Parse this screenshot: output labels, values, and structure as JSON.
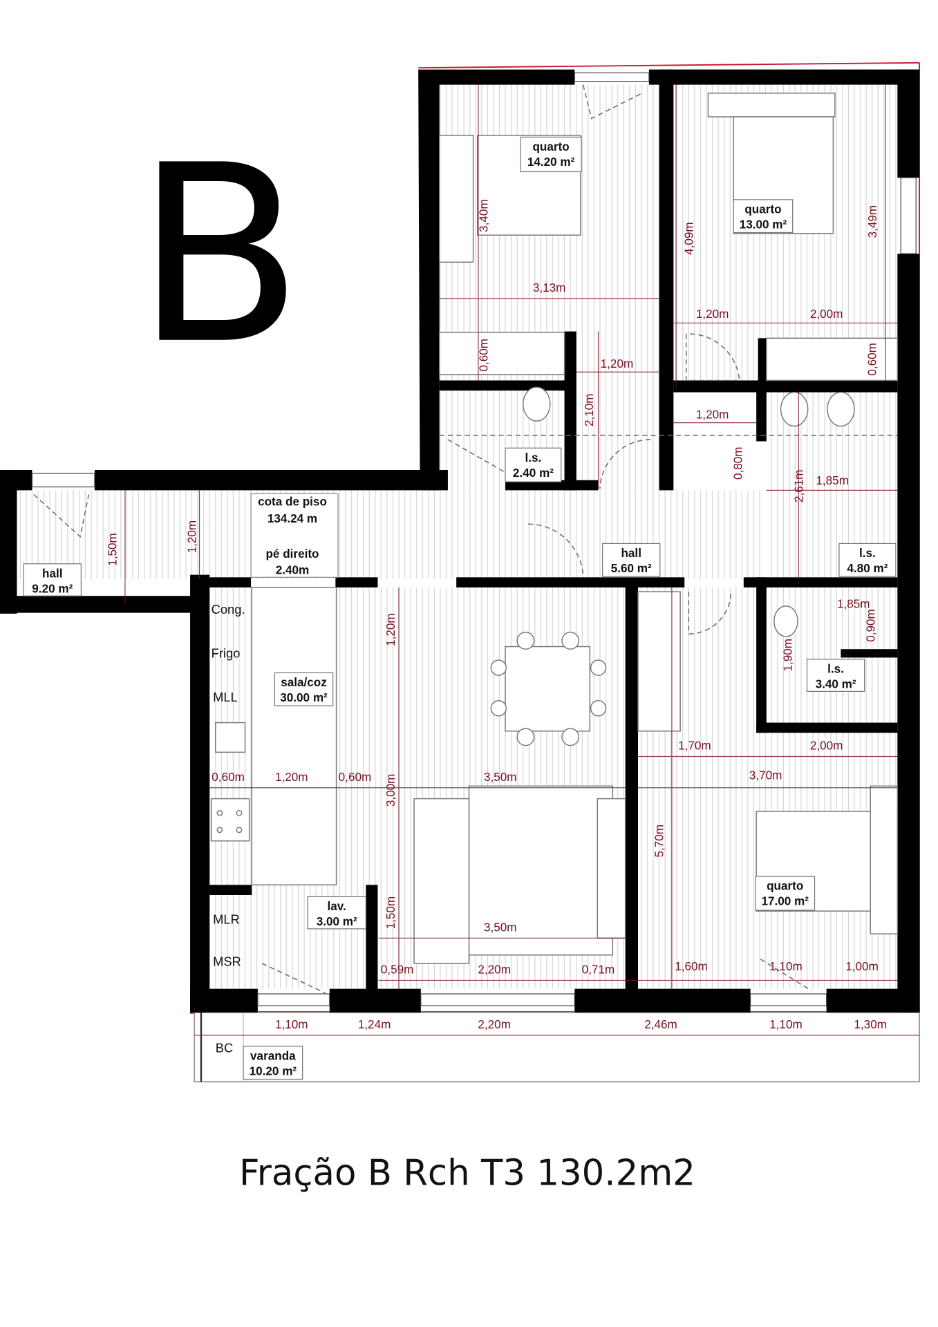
{
  "fraction_letter": "B",
  "caption": "Fração B Rch T3 130.2m2",
  "colors": {
    "wall": "#000000",
    "dimension": "#7a1020",
    "outline": "#c8102e"
  },
  "rooms": [
    {
      "name": "quarto",
      "area": "14.20 m²"
    },
    {
      "name": "quarto",
      "area": "13.00 m²"
    },
    {
      "name": "l.s.",
      "area": "2.40 m²"
    },
    {
      "name": "hall",
      "area": "5.60 m²"
    },
    {
      "name": "l.s.",
      "area": "4.80 m²"
    },
    {
      "name": "hall",
      "area": "9.20 m²"
    },
    {
      "name": "l.s.",
      "area": "3.40 m²"
    },
    {
      "name": "sala/coz",
      "area": "30.00 m²"
    },
    {
      "name": "lav.",
      "area": "3.00 m²"
    },
    {
      "name": "quarto",
      "area": "17.00 m²"
    },
    {
      "name": "varanda",
      "area": "10.20 m²"
    }
  ],
  "floor_info": {
    "cota_label": "cota de piso",
    "cota_value": "134.24 m",
    "pe_label": "pé direito",
    "pe_value": "2.40m"
  },
  "kitchen_labels": [
    "Cong.",
    "Frigo",
    "MLL",
    "MLR",
    "MSR",
    "BC"
  ],
  "dimensions": [
    "3,13m",
    "1,20m",
    "2,00m",
    "1,20m",
    "1,20m",
    "1,85m",
    "1,85m",
    "0,60m",
    "1,20m",
    "0,60m",
    "3,50m",
    "1,70m",
    "2,00m",
    "3,70m",
    "3,50m",
    "0,59m",
    "2,20m",
    "0,71m",
    "1,60m",
    "1,10m",
    "1,00m",
    "1,10m",
    "1,24m",
    "2,20m",
    "2,46m",
    "1,10m",
    "1,30m",
    "3,40m",
    "4,09m",
    "3,49m",
    "0,60m",
    "2,10m",
    "0,60m",
    "0,80m",
    "2,61m",
    "1,50m",
    "1,20m",
    "1,20m",
    "3,00m",
    "1,50m",
    "5,70m",
    "1,90m",
    "0,90m"
  ]
}
